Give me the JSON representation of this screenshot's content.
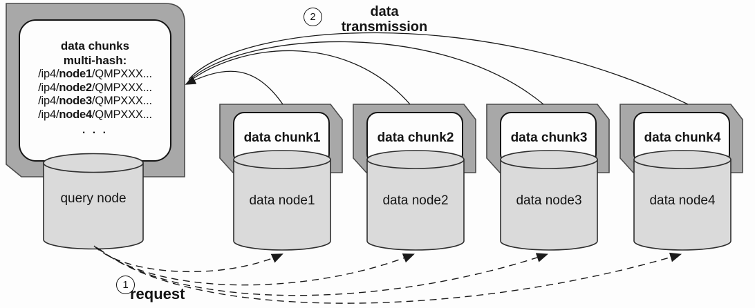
{
  "diagram": {
    "query_assembly": {
      "panel_title_line1": "data chunks",
      "panel_title_line2": "multi-hash:",
      "hash_entries": [
        {
          "prefix": "/ip4/",
          "node": "node1",
          "suffix": "/QMPXXX..."
        },
        {
          "prefix": "/ip4/",
          "node": "node2",
          "suffix": "/QMPXXX..."
        },
        {
          "prefix": "/ip4/",
          "node": "node3",
          "suffix": "/QMPXXX..."
        },
        {
          "prefix": "/ip4/",
          "node": "node4",
          "suffix": "/QMPXXX..."
        }
      ],
      "ellipsis": ". . .",
      "cylinder_label": "query node"
    },
    "data_assemblies": [
      {
        "chunk_label": "data chunk1",
        "node_label": "data node1"
      },
      {
        "chunk_label": "data chunk2",
        "node_label": "data node2"
      },
      {
        "chunk_label": "data chunk3",
        "node_label": "data node3"
      },
      {
        "chunk_label": "data chunk4",
        "node_label": "data node4"
      }
    ],
    "steps": {
      "transmission_number": "2",
      "transmission_label": "data transmission",
      "request_number": "1",
      "request_label": "request"
    },
    "colors": {
      "card_fill": "#a8a8a8",
      "card_stroke": "#4a4a4a",
      "panel_fill": "#fdfdfd",
      "panel_stroke": "#141414",
      "cylinder_fill": "#dadada",
      "cylinder_stroke": "#2e2e2e",
      "arrow_color": "#1a1a1a"
    }
  }
}
